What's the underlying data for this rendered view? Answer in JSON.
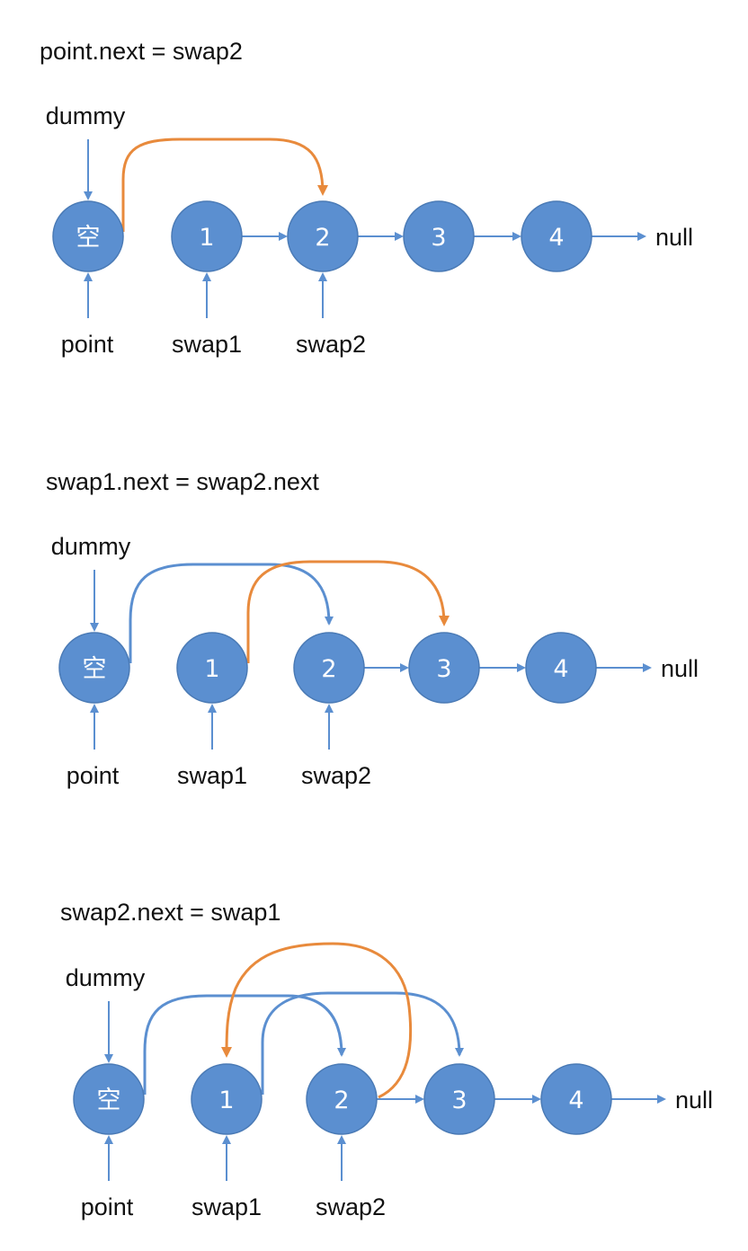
{
  "panels": [
    {
      "caption": "point.next = swap2",
      "top_label": "dummy",
      "nodes": [
        "空",
        "1",
        "2",
        "3",
        "4"
      ],
      "terminal": "null",
      "pointers": [
        "point",
        "swap1",
        "swap2"
      ]
    },
    {
      "caption": "swap1.next = swap2.next",
      "top_label": "dummy",
      "nodes": [
        "空",
        "1",
        "2",
        "3",
        "4"
      ],
      "terminal": "null",
      "pointers": [
        "point",
        "swap1",
        "swap2"
      ]
    },
    {
      "caption": "swap2.next = swap1",
      "top_label": "dummy",
      "nodes": [
        "空",
        "1",
        "2",
        "3",
        "4"
      ],
      "terminal": "null",
      "pointers": [
        "point",
        "swap1",
        "swap2"
      ]
    }
  ],
  "colors": {
    "node_fill": "#5b8fd0",
    "existing_link": "#5b8fd0",
    "new_link": "#e88a3c"
  }
}
